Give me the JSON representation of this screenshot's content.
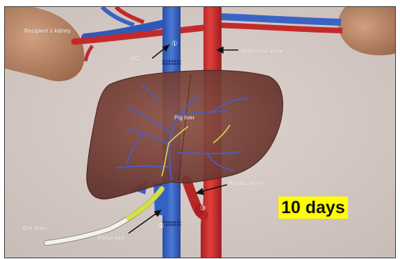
{
  "labels": {
    "recipient_kidney": "Recipient´s kidney",
    "ivc": "IVC",
    "abdominal_aorta": "Abdominal aorta",
    "pig_liver": "Pig liver",
    "hepatic_artery": "Hepatic artery",
    "bile_drain": "Bile drain",
    "portal_vein": "Portal vein"
  },
  "markers": {
    "m1": "①",
    "m2": "②",
    "m3": "③"
  },
  "badge": {
    "text": "10 days"
  },
  "colors": {
    "background": "#d6ccc8",
    "vein_blue": "#3f6fd0",
    "artery_red": "#d8302f",
    "liver": "#7a3f34",
    "kidney": "#b98262",
    "bile_drain": "#e8e4dc",
    "bile_duct_yellow": "#d8e04a",
    "badge_yellow": "#ffff00"
  }
}
